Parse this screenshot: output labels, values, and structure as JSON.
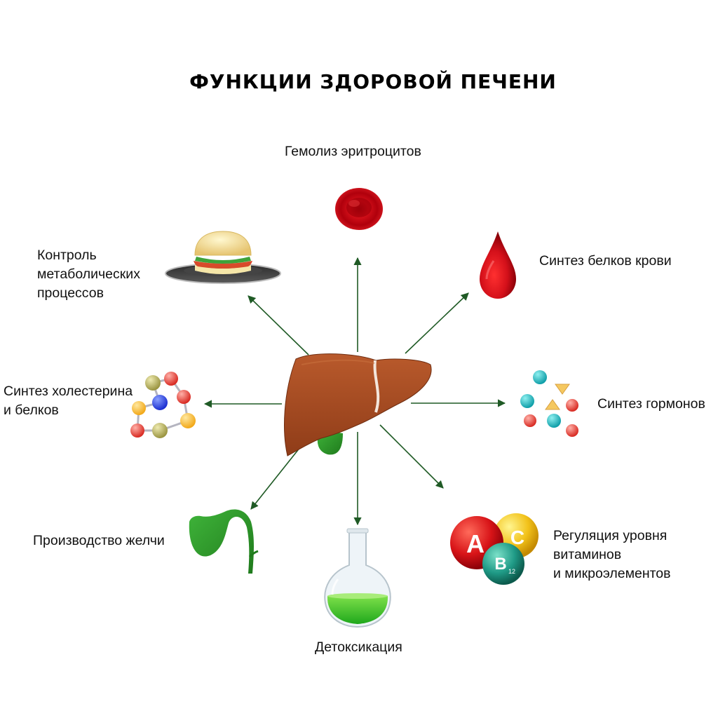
{
  "title": "ФУНКЦИИ ЗДОРОВОЙ ПЕЧЕНИ",
  "functions": {
    "hemolysis": {
      "lines": [
        "Гемолиз эритроцитов"
      ],
      "icon": "red-blood-cell-icon"
    },
    "blood_proteins": {
      "lines": [
        "Синтез белков крови"
      ],
      "icon": "blood-drop-icon"
    },
    "hormones": {
      "lines": [
        "Синтез гормонов"
      ],
      "icon": "hormone-molecules-icon"
    },
    "vitamins": {
      "lines": [
        "Регуляция уровня",
        "витаминов",
        "и микроэлементов"
      ],
      "icon": "vitamins-icon"
    },
    "detox": {
      "lines": [
        "Детоксикация"
      ],
      "icon": "flask-icon"
    },
    "bile": {
      "lines": [
        "Производство желчи"
      ],
      "icon": "gallbladder-icon"
    },
    "cholesterol": {
      "lines": [
        "Синтез холестерина",
        "и белков"
      ],
      "icon": "molecule-chain-icon"
    },
    "metabolism": {
      "lines": [
        "Контроль",
        "метаболических",
        "процессов"
      ],
      "icon": "burger-icon"
    }
  },
  "vitamin_letters": {
    "a": "A",
    "c": "C",
    "b": "B",
    "b_sub": "12"
  },
  "colors": {
    "arrow": "#1f5a25",
    "liver": "#a54a22",
    "gallbladder": "#2f9a2a"
  }
}
